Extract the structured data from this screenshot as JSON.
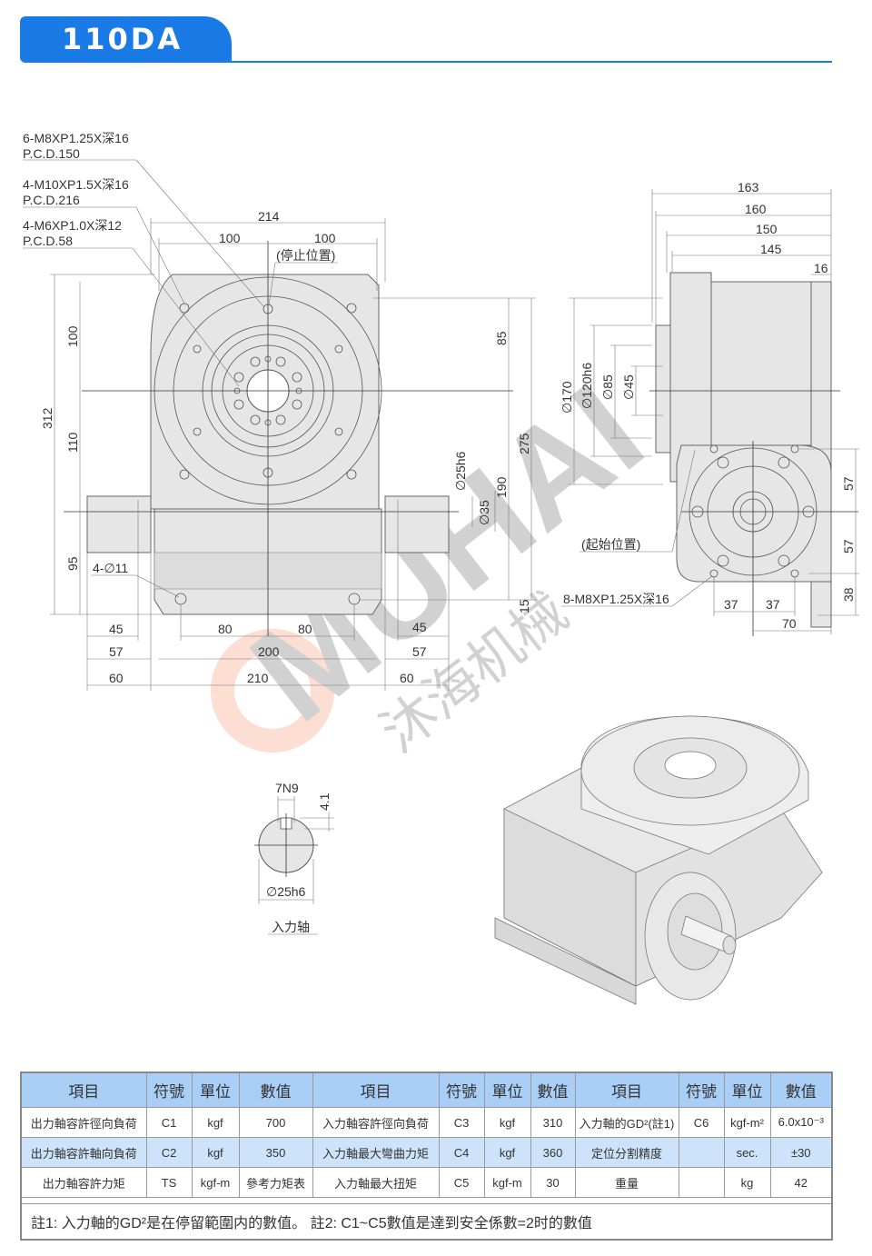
{
  "header": {
    "title": "110DA",
    "accent": "#1b7be6"
  },
  "watermark": {
    "brand": "MUHAI",
    "cn": "沐海机械"
  },
  "front_view": {
    "callouts": [
      {
        "line1": "6-M8XP1.25X深16",
        "line2": "P.C.D.150"
      },
      {
        "line1": "4-M10XP1.5X深16",
        "line2": "P.C.D.216"
      },
      {
        "line1": "4-M6XP1.0X深12",
        "line2": "P.C.D.58"
      }
    ],
    "stop_position": "(停止位置)",
    "mount_holes": "4-∅11",
    "dims": {
      "d214": "214",
      "d100a": "100",
      "d100b": "100",
      "d312": "312",
      "d100v": "100",
      "d110": "110",
      "d95": "95",
      "d85": "85",
      "d275": "275",
      "d190": "190",
      "d15": "15",
      "d25h6": "∅25h6",
      "d35": "∅35",
      "d45l": "45",
      "d80l": "80",
      "d80r": "80",
      "d45r": "45",
      "d57l": "57",
      "d200": "200",
      "d57r": "57",
      "d60l": "60",
      "d210": "210",
      "d60r": "60"
    }
  },
  "side_view": {
    "start_position": "(起始位置)",
    "callout": "8-M8XP1.25X深16",
    "dims": {
      "d163": "163",
      "d160": "160",
      "d150": "150",
      "d145": "145",
      "d16": "16",
      "d170": "∅170",
      "d120": "∅120h6",
      "d85": "∅85",
      "d45": "∅45",
      "d57a": "57",
      "d57b": "57",
      "d38": "38",
      "d37a": "37",
      "d37b": "37",
      "d70": "70"
    }
  },
  "shaft_detail": {
    "key": "7N9",
    "depth": "4.1",
    "dia": "∅25h6",
    "label": "入力轴"
  },
  "table": {
    "headers": [
      "項目",
      "符號",
      "單位",
      "數值",
      "項目",
      "符號",
      "單位",
      "數值",
      "項目",
      "符號",
      "單位",
      "數值"
    ],
    "rows": [
      [
        "出力軸容許徑向負荷",
        "C1",
        "kgf",
        "700",
        "入力軸容許徑向負荷",
        "C3",
        "kgf",
        "310",
        "入力軸的GD²(註1)",
        "C6",
        "kgf-m²",
        "6.0x10⁻³"
      ],
      [
        "出力軸容許軸向負荷",
        "C2",
        "kgf",
        "350",
        "入力軸最大彎曲力矩",
        "C4",
        "kgf",
        "360",
        "定位分割精度",
        "",
        "sec.",
        "±30"
      ],
      [
        "出力軸容許力矩",
        "TS",
        "kgf-m",
        "參考力矩表",
        "入力軸最大扭矩",
        "C5",
        "kgf-m",
        "30",
        "重量",
        "",
        "kg",
        "42"
      ]
    ],
    "note": "註1:  入力軸的GD²是在停留範圍内的數值。 註2:  C1~C5數值是達到安全係數=2时的數值"
  }
}
